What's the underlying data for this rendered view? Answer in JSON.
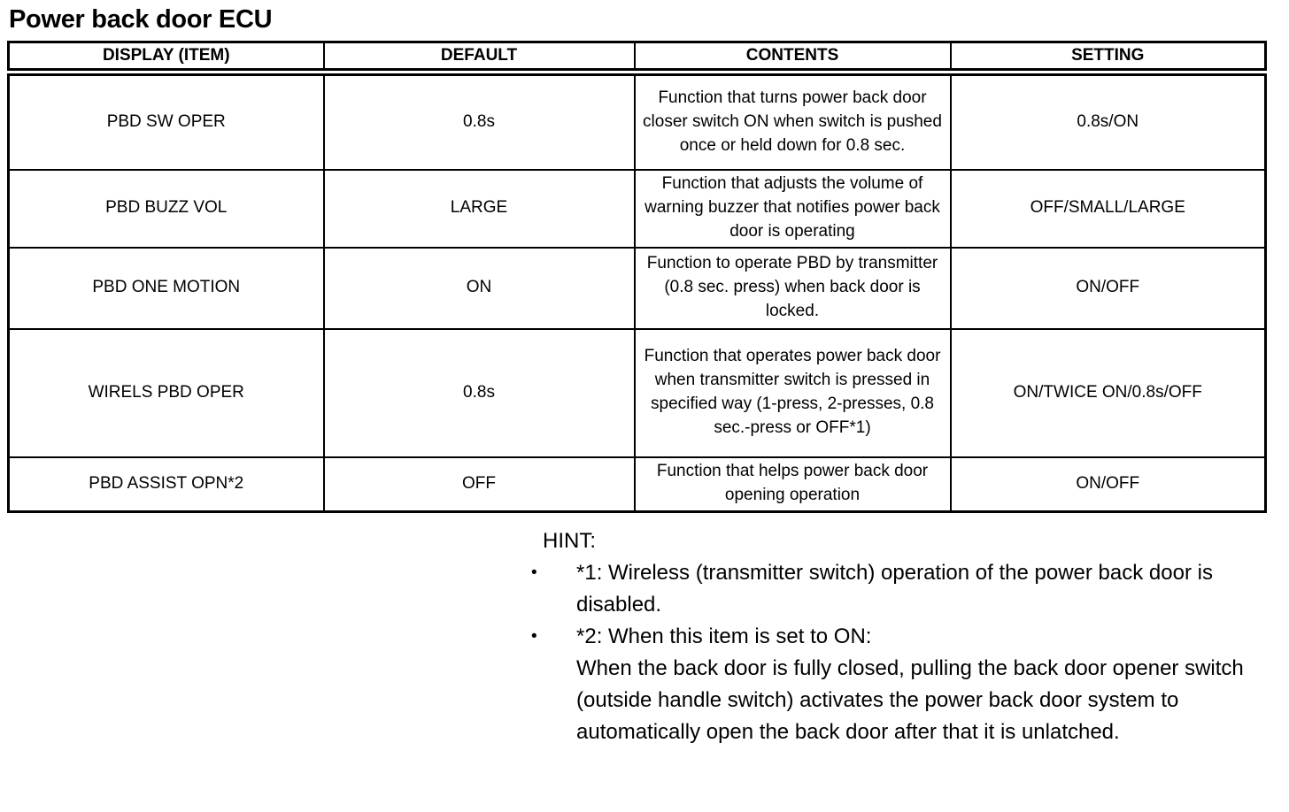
{
  "page_title": "Power back door ECU",
  "colors": {
    "background": "#ffffff",
    "text": "#000000",
    "border": "#000000"
  },
  "table": {
    "columns": [
      "DISPLAY (ITEM)",
      "DEFAULT",
      "CONTENTS",
      "SETTING"
    ],
    "rows": [
      {
        "display_item": "PBD SW OPER",
        "default": "0.8s",
        "contents": "Function that turns power back door closer switch ON when switch is pushed once or held down for 0.8 sec.",
        "setting": "0.8s/ON"
      },
      {
        "display_item": "PBD BUZZ VOL",
        "default": "LARGE",
        "contents": "Function that adjusts the volume of warning buzzer that notifies power back door is operating",
        "setting": "OFF/SMALL/LARGE"
      },
      {
        "display_item": "PBD ONE MOTION",
        "default": "ON",
        "contents": "Function to operate PBD by transmitter (0.8 sec. press) when back door is locked.",
        "setting": "ON/OFF"
      },
      {
        "display_item": "WIRELS PBD OPER",
        "default": "0.8s",
        "contents": "Function that operates power back door when transmitter switch is pressed in specified way (1-press, 2-presses, 0.8 sec.-press or OFF*1)",
        "setting": "ON/TWICE ON/0.8s/OFF"
      },
      {
        "display_item": "PBD ASSIST OPN*2",
        "default": "OFF",
        "contents": "Function that helps power back door opening operation",
        "setting": "ON/OFF"
      }
    ]
  },
  "hint": {
    "label": "HINT:",
    "bullet_char": "•",
    "items": [
      {
        "text": "*1: Wireless (transmitter switch) operation of the power back door is disabled.",
        "continuation": ""
      },
      {
        "text": "*2: When this item is set to ON:",
        "continuation": "When the back door is fully closed, pulling the back door opener switch (outside handle switch) activates the power back door system to automatically open the back door after that it is unlatched."
      }
    ]
  }
}
